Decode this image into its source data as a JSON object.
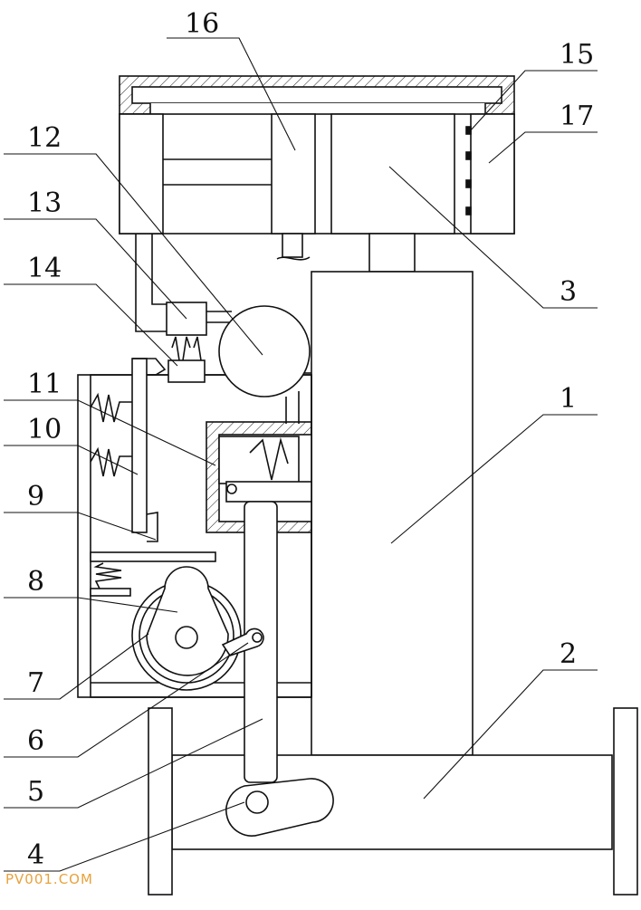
{
  "labels": [
    "16",
    "15",
    "17",
    "12",
    "13",
    "14",
    "3",
    "1",
    "11",
    "10",
    "9",
    "8",
    "7",
    "2",
    "6",
    "5",
    "4"
  ],
  "watermark": "PV001.COM"
}
